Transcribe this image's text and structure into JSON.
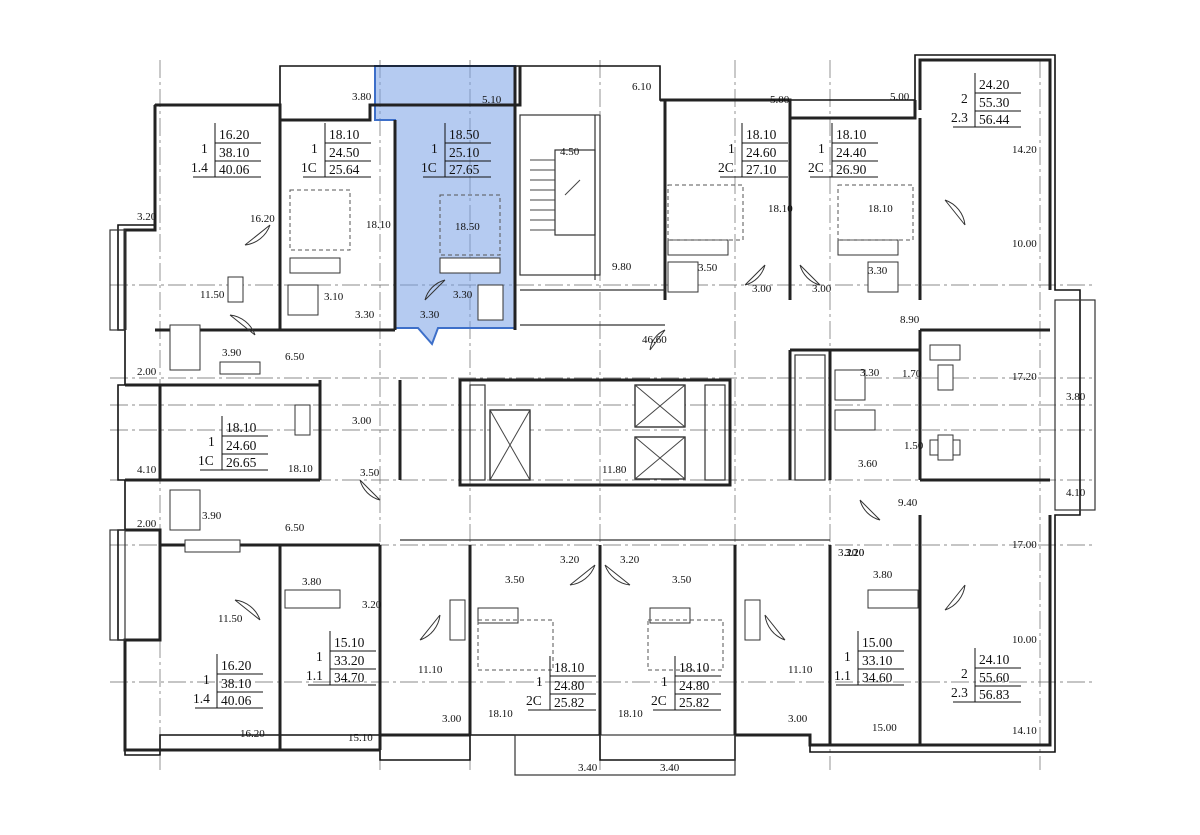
{
  "apartments": [
    {
      "id": "apt-tl-corner",
      "rooms": "1",
      "r1": "16.20",
      "r2": "38.10",
      "k": "1.4",
      "r3": "40.06"
    },
    {
      "id": "apt-top-2",
      "rooms": "1",
      "r1": "18.10",
      "r2": "24.50",
      "k": "1С",
      "r3": "25.64"
    },
    {
      "id": "apt-top-3-selected",
      "rooms": "1",
      "r1": "18.50",
      "r2": "25.10",
      "k": "1С",
      "r3": "27.65"
    },
    {
      "id": "apt-top-4",
      "rooms": "1",
      "r1": "18.10",
      "r2": "24.60",
      "k": "2С",
      "r3": "27.10"
    },
    {
      "id": "apt-top-5",
      "rooms": "1",
      "r1": "18.10",
      "r2": "24.40",
      "k": "2С",
      "r3": "26.90"
    },
    {
      "id": "apt-tr-corner",
      "rooms": "2",
      "r1": "24.20",
      "r2": "55.30",
      "k": "2.3",
      "r3": "56.44"
    },
    {
      "id": "apt-left-mid",
      "rooms": "1",
      "r1": "18.10",
      "r2": "24.60",
      "k": "1С",
      "r3": "26.65"
    },
    {
      "id": "apt-bl-corner",
      "rooms": "1",
      "r1": "16.20",
      "r2": "38.10",
      "k": "1.4",
      "r3": "40.06"
    },
    {
      "id": "apt-bottom-2",
      "rooms": "1",
      "r1": "15.10",
      "r2": "33.20",
      "k": "1.1",
      "r3": "34.70"
    },
    {
      "id": "apt-bottom-3",
      "rooms": "1",
      "r1": "18.10",
      "r2": "24.80",
      "k": "2С",
      "r3": "25.82"
    },
    {
      "id": "apt-bottom-4",
      "rooms": "1",
      "r1": "18.10",
      "r2": "24.80",
      "k": "2С",
      "r3": "25.82"
    },
    {
      "id": "apt-bottom-5",
      "rooms": "1",
      "r1": "15.00",
      "r2": "33.10",
      "k": "1.1",
      "r3": "34.60"
    },
    {
      "id": "apt-br-corner",
      "rooms": "2",
      "r1": "24.10",
      "r2": "55.60",
      "k": "2.3",
      "r3": "56.83"
    }
  ],
  "room_labels": [
    "3.80",
    "5.10",
    "6.10",
    "5.00",
    "5.00",
    "14.20",
    "4.50",
    "3.20",
    "16.20",
    "18.10",
    "18.50",
    "18.10",
    "18.10",
    "10.00",
    "9.80",
    "11.50",
    "3.10",
    "3.30",
    "3.30",
    "3.30",
    "3.50",
    "3.00",
    "3.00",
    "3.30",
    "8.90",
    "3.90",
    "6.50",
    "46.60",
    "2.00",
    "1.70",
    "3.30",
    "17.20",
    "3.80",
    "3.00",
    "1.50",
    "11.80",
    "3.60",
    "4.10",
    "18.10",
    "3.50",
    "9.40",
    "4.10",
    "3.90",
    "6.50",
    "2.00",
    "17.00",
    "3.20",
    "3.80",
    "3.50",
    "3.20",
    "3.20",
    "3.50",
    "3.20",
    "3.80",
    "11.50",
    "3.20",
    "10.00",
    "11.10",
    "11.10",
    "3.20",
    "3.00",
    "18.10",
    "18.10",
    "3.00",
    "15.00",
    "16.20",
    "15.10",
    "14.10",
    "3.40",
    "3.40"
  ],
  "colors": {
    "highlight": "#7aa0e6",
    "highlight_border": "#3d6fc9",
    "walls": "#222222"
  }
}
